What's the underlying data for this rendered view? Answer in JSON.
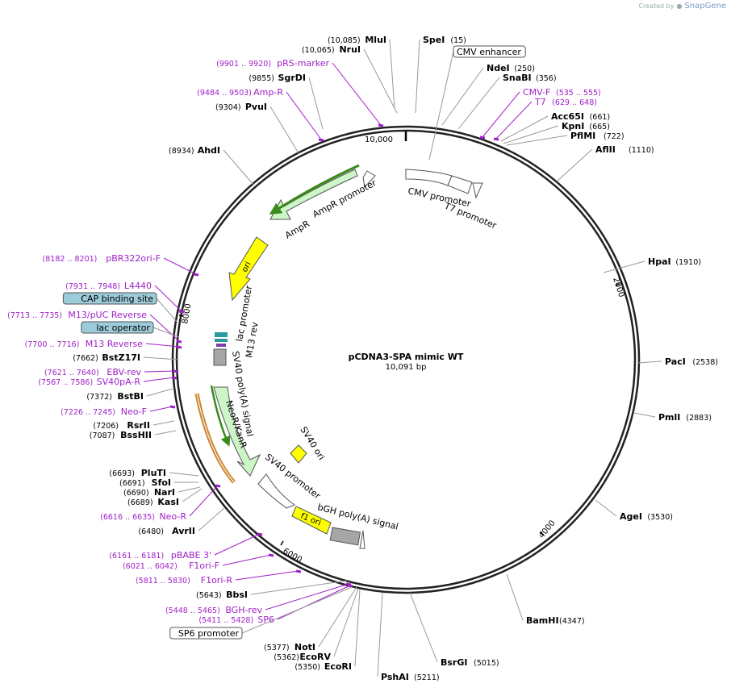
{
  "credit": {
    "prefix": "Created by",
    "brand": "SnapGene"
  },
  "plasmid": {
    "name": "pCDNA3-SPA mimic WT",
    "size": "10,091 bp"
  },
  "ring_ticks": [
    "10,000",
    "2000",
    "4000",
    "6000",
    "8000"
  ],
  "sites": [
    {
      "id": "mlui",
      "name": "MluI",
      "pos": "(10,085)",
      "kind": "enzyme",
      "side": "left"
    },
    {
      "id": "nrui",
      "name": "NruI",
      "pos": "(10,065)",
      "kind": "enzyme",
      "side": "left"
    },
    {
      "id": "spei",
      "name": "SpeI",
      "pos": "(15)",
      "kind": "enzyme",
      "side": "right"
    },
    {
      "id": "cmv-enhancer",
      "name": "CMV enhancer",
      "pos": "",
      "kind": "box",
      "side": "right"
    },
    {
      "id": "prs-marker",
      "name": "pRS-marker",
      "pos": "(9901 .. 9920)",
      "kind": "primer",
      "side": "left"
    },
    {
      "id": "sgrdi",
      "name": "SgrDI",
      "pos": "(9855)",
      "kind": "enzyme",
      "side": "left"
    },
    {
      "id": "ndei",
      "name": "NdeI",
      "pos": "(250)",
      "kind": "enzyme",
      "side": "right"
    },
    {
      "id": "snabi",
      "name": "SnaBI",
      "pos": "(356)",
      "kind": "enzyme",
      "side": "right"
    },
    {
      "id": "amp-r-primer",
      "name": "Amp-R",
      "pos": "(9484 .. 9503)",
      "kind": "primer",
      "side": "left"
    },
    {
      "id": "cmv-f",
      "name": "CMV-F",
      "pos": "(535 .. 555)",
      "kind": "primer",
      "side": "right"
    },
    {
      "id": "t7",
      "name": "T7",
      "pos": "(629 .. 648)",
      "kind": "primer",
      "side": "right"
    },
    {
      "id": "pvui",
      "name": "PvuI",
      "pos": "(9304)",
      "kind": "enzyme",
      "side": "left"
    },
    {
      "id": "acc65i",
      "name": "Acc65I",
      "pos": "(661)",
      "kind": "enzyme",
      "side": "right"
    },
    {
      "id": "kpni",
      "name": "KpnI",
      "pos": "(665)",
      "kind": "enzyme",
      "side": "right"
    },
    {
      "id": "pflmi",
      "name": "PflMI",
      "pos": "(722)",
      "kind": "enzyme",
      "side": "right"
    },
    {
      "id": "ahdi",
      "name": "AhdI",
      "pos": "(8934)",
      "kind": "enzyme",
      "side": "left"
    },
    {
      "id": "aflii",
      "name": "AflII",
      "pos": "(1110)",
      "kind": "enzyme",
      "side": "right"
    },
    {
      "id": "pbr322ori-f",
      "name": "pBR322ori-F",
      "pos": "(8182 .. 8201)",
      "kind": "primer",
      "side": "left"
    },
    {
      "id": "hpai",
      "name": "HpaI",
      "pos": "(1910)",
      "kind": "enzyme",
      "side": "right"
    },
    {
      "id": "l4440",
      "name": "L4440",
      "pos": "(7931 .. 7948)",
      "kind": "primer",
      "side": "left"
    },
    {
      "id": "cap-site",
      "name": "CAP binding site",
      "pos": "",
      "kind": "feature-box",
      "side": "left"
    },
    {
      "id": "m13-puc-rev",
      "name": "M13/pUC Reverse",
      "pos": "(7713 .. 7735)",
      "kind": "primer",
      "side": "left"
    },
    {
      "id": "lac-operator",
      "name": "lac operator",
      "pos": "",
      "kind": "feature-box",
      "side": "left"
    },
    {
      "id": "m13-reverse",
      "name": "M13 Reverse",
      "pos": "(7700 .. 7716)",
      "kind": "primer",
      "side": "left"
    },
    {
      "id": "bstz17i",
      "name": "BstZ17I",
      "pos": "(7662)",
      "kind": "enzyme",
      "side": "left"
    },
    {
      "id": "paci",
      "name": "PacI",
      "pos": "(2538)",
      "kind": "enzyme",
      "side": "right"
    },
    {
      "id": "ebv-rev",
      "name": "EBV-rev",
      "pos": "(7621 .. 7640)",
      "kind": "primer",
      "side": "left"
    },
    {
      "id": "sv40pa-r",
      "name": "SV40pA-R",
      "pos": "(7567 .. 7586)",
      "kind": "primer",
      "side": "left"
    },
    {
      "id": "bstbi",
      "name": "BstBI",
      "pos": "(7372)",
      "kind": "enzyme",
      "side": "left"
    },
    {
      "id": "pmli",
      "name": "PmlI",
      "pos": "(2883)",
      "kind": "enzyme",
      "side": "right"
    },
    {
      "id": "neo-f",
      "name": "Neo-F",
      "pos": "(7226 .. 7245)",
      "kind": "primer",
      "side": "left"
    },
    {
      "id": "rsrii",
      "name": "RsrII",
      "pos": "(7206)",
      "kind": "enzyme",
      "side": "left"
    },
    {
      "id": "bsshii",
      "name": "BssHII",
      "pos": "(7087)",
      "kind": "enzyme",
      "side": "left"
    },
    {
      "id": "pluti",
      "name": "PluTI",
      "pos": "(6693)",
      "kind": "enzyme",
      "side": "left"
    },
    {
      "id": "sfoi",
      "name": "SfoI",
      "pos": "(6691)",
      "kind": "enzyme",
      "side": "left"
    },
    {
      "id": "nari",
      "name": "NarI",
      "pos": "(6690)",
      "kind": "enzyme",
      "side": "left"
    },
    {
      "id": "kasi",
      "name": "KasI",
      "pos": "(6689)",
      "kind": "enzyme",
      "side": "left"
    },
    {
      "id": "agei",
      "name": "AgeI",
      "pos": "(3530)",
      "kind": "enzyme",
      "side": "right"
    },
    {
      "id": "neo-r",
      "name": "Neo-R",
      "pos": "(6616 .. 6635)",
      "kind": "primer",
      "side": "left"
    },
    {
      "id": "avrii",
      "name": "AvrII",
      "pos": "(6480)",
      "kind": "enzyme",
      "side": "left"
    },
    {
      "id": "pbabe3",
      "name": "pBABE 3'",
      "pos": "(6161 .. 6181)",
      "kind": "primer",
      "side": "left"
    },
    {
      "id": "f1ori-f",
      "name": "F1ori-F",
      "pos": "(6021 .. 6042)",
      "kind": "primer",
      "side": "left"
    },
    {
      "id": "f1ori-r",
      "name": "F1ori-R",
      "pos": "(5811 .. 5830)",
      "kind": "primer",
      "side": "left"
    },
    {
      "id": "bbsi",
      "name": "BbsI",
      "pos": "(5643)",
      "kind": "enzyme",
      "side": "left"
    },
    {
      "id": "bamhi",
      "name": "BamHI",
      "pos": "(4347)",
      "kind": "enzyme",
      "side": "right"
    },
    {
      "id": "bgh-rev",
      "name": "BGH-rev",
      "pos": "(5448 .. 5465)",
      "kind": "primer",
      "side": "left"
    },
    {
      "id": "sp6",
      "name": "SP6",
      "pos": "(5411 .. 5428)",
      "kind": "primer",
      "side": "left"
    },
    {
      "id": "sp6-promoter",
      "name": "SP6 promoter",
      "pos": "",
      "kind": "box",
      "side": "left"
    },
    {
      "id": "noti",
      "name": "NotI",
      "pos": "(5377)",
      "kind": "enzyme",
      "side": "left"
    },
    {
      "id": "ecorv",
      "name": "EcoRV",
      "pos": "(5362)",
      "kind": "enzyme",
      "side": "left"
    },
    {
      "id": "bsrgi",
      "name": "BsrGI",
      "pos": "(5015)",
      "kind": "enzyme",
      "side": "right"
    },
    {
      "id": "ecori",
      "name": "EcoRI",
      "pos": "(5350)",
      "kind": "enzyme",
      "side": "left"
    },
    {
      "id": "pshai",
      "name": "PshAI",
      "pos": "(5211)",
      "kind": "enzyme",
      "side": "right"
    }
  ],
  "features": [
    {
      "id": "cmv-promoter",
      "name": "CMV promoter",
      "color": "#ffffff"
    },
    {
      "id": "t7-promoter",
      "name": "T7 promoter",
      "color": "#ffffff"
    },
    {
      "id": "ampr-promoter",
      "name": "AmpR promoter",
      "color": "#ffffff"
    },
    {
      "id": "ampr",
      "name": "AmpR",
      "color": "#ccf5c8"
    },
    {
      "id": "ori",
      "name": "ori",
      "color": "#ffff00"
    },
    {
      "id": "lac-promoter",
      "name": "lac promoter",
      "color": "#ffffff"
    },
    {
      "id": "m13-rev",
      "name": "M13 rev",
      "color": "#ffffff"
    },
    {
      "id": "sv40-polya",
      "name": "SV40 poly(A) signal",
      "color": "#a6a6a6"
    },
    {
      "id": "neor-kanr",
      "name": "NeoR/KanR",
      "color": "#ccf5c8"
    },
    {
      "id": "sv40-ori",
      "name": "SV40 ori",
      "color": "#ffff00"
    },
    {
      "id": "sv40-promoter",
      "name": "SV40 promoter",
      "color": "#ffffff"
    },
    {
      "id": "f1-ori",
      "name": "f1 ori",
      "color": "#ffff00"
    },
    {
      "id": "bgh-polya",
      "name": "bGH poly(A) signal",
      "color": "#a6a6a6"
    }
  ],
  "colors": {
    "enzyme": "#000000",
    "primer": "#a020c8",
    "feature_box": "#9ccbd9",
    "green_orf": "#3a8a1a",
    "orange_orf": "#c87a1a"
  }
}
